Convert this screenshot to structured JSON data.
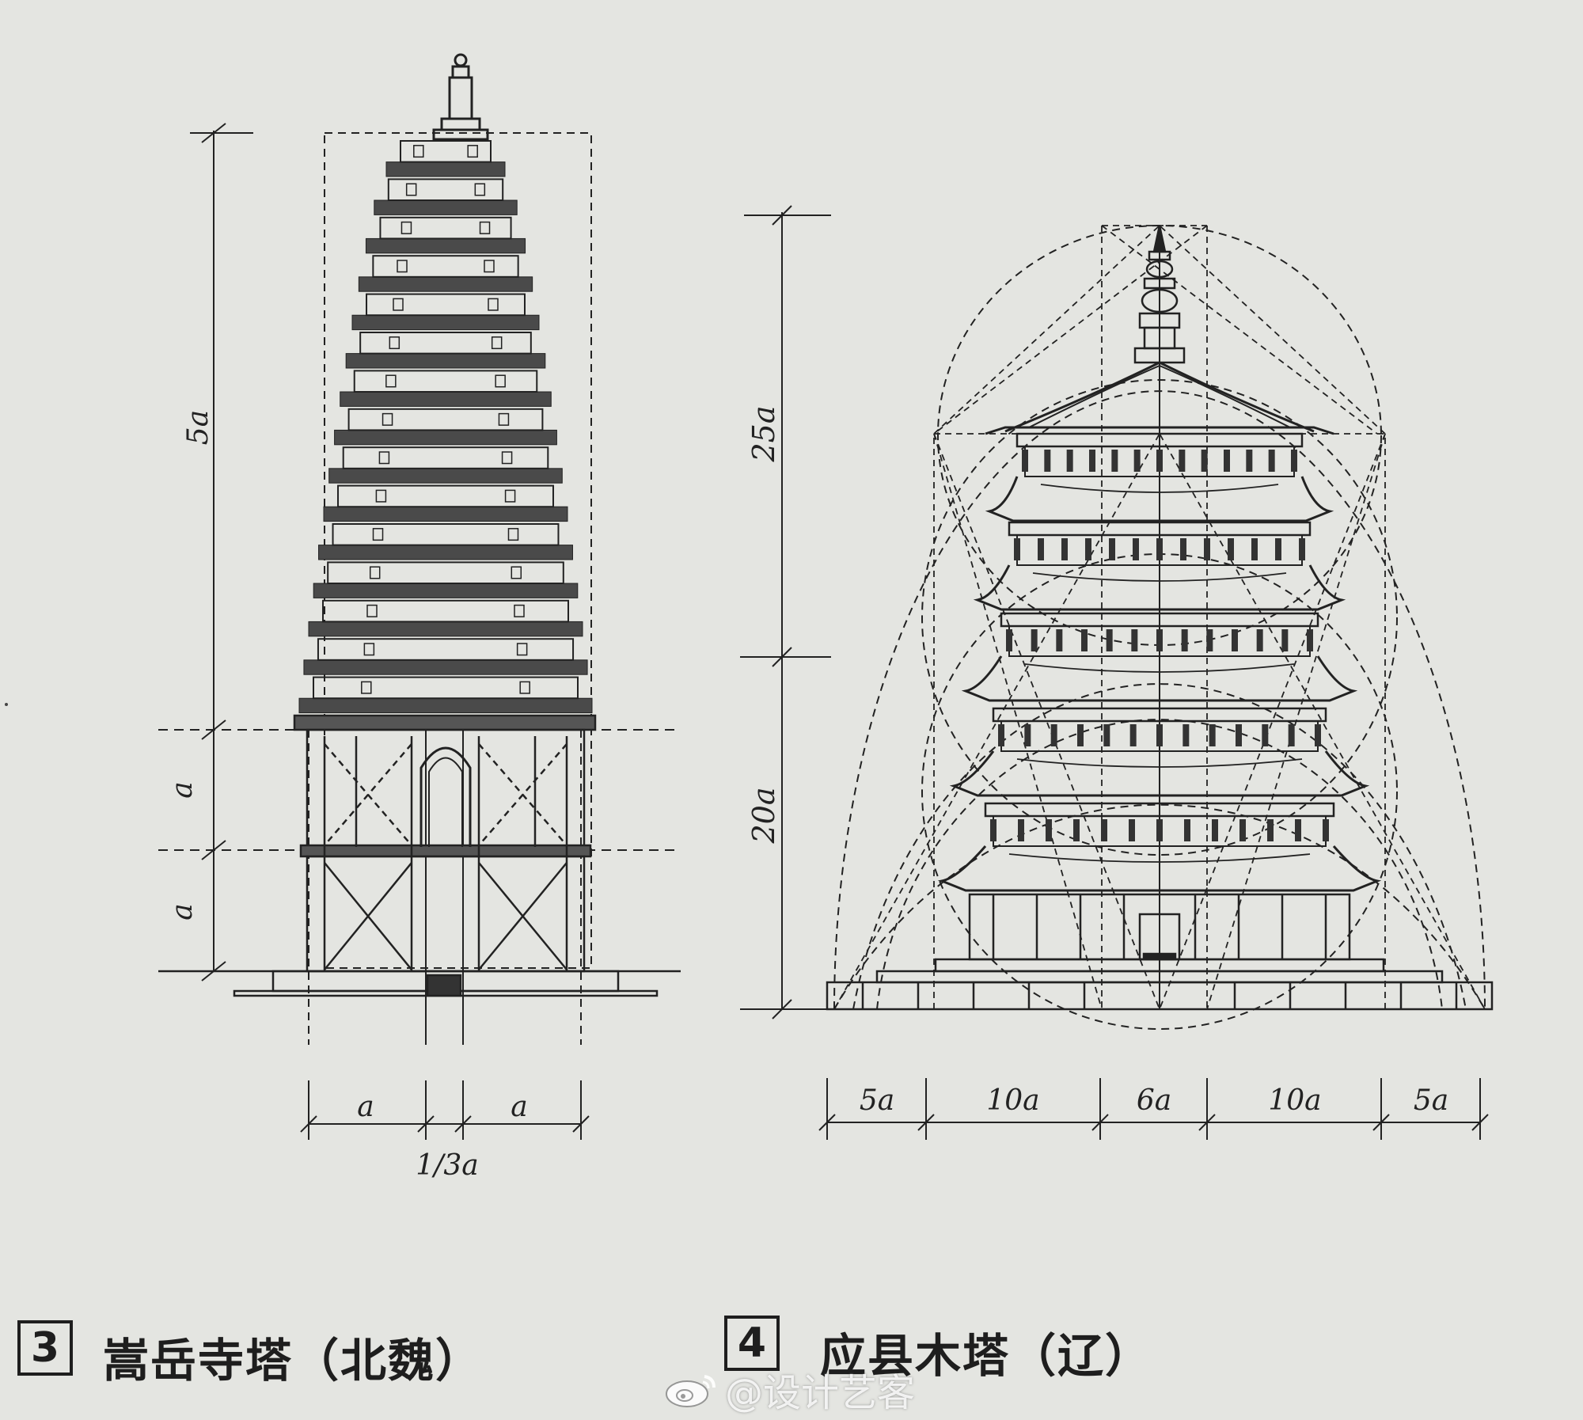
{
  "figure3": {
    "number": "3",
    "caption": "嵩岳寺塔（北魏）",
    "dim_vertical": [
      "5a",
      "a",
      "a"
    ],
    "dim_horizontal": [
      "a",
      "a"
    ],
    "dim_gap": "1/3a"
  },
  "figure4": {
    "number": "4",
    "caption": "应县木塔（辽）",
    "dim_vertical": [
      "25a",
      "20a"
    ],
    "dim_horizontal": [
      "5a",
      "10a",
      "6a",
      "10a",
      "5a"
    ]
  },
  "watermark": {
    "text": "@设计艺客",
    "icon": "weibo-icon"
  },
  "colors": {
    "paper": "#e4e5e1",
    "ink": "#222222"
  }
}
